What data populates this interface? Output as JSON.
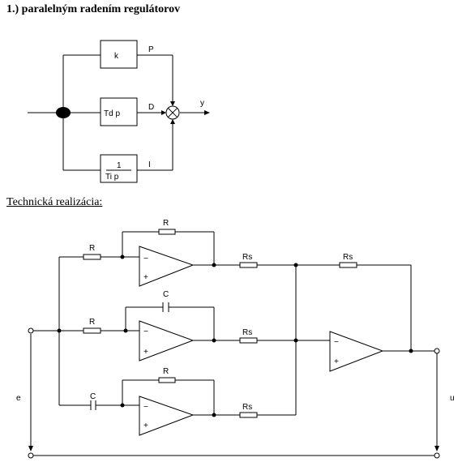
{
  "header": {
    "title": "1.) paralelným radením regulátorov"
  },
  "block_diagram": {
    "blocks": {
      "k": "k",
      "tdp": "Td p",
      "i_num": "1",
      "i_den": "Ti p"
    },
    "signals": {
      "p": "P",
      "d": "D",
      "i": "I",
      "y": "y"
    }
  },
  "section": {
    "title": "Technická realizácia:"
  },
  "circuit": {
    "labels": {
      "r_in_1": "R",
      "r_fb_1": "R",
      "rs_1": "Rs",
      "rs_fb": "Rs",
      "r_in_2": "R",
      "c_fb_2": "C",
      "rs_2": "Rs",
      "c_in_3": "C",
      "r_fb_3": "R",
      "rs_3": "Rs",
      "e": "e",
      "u": "u",
      "minus": "−",
      "plus": "+"
    }
  }
}
